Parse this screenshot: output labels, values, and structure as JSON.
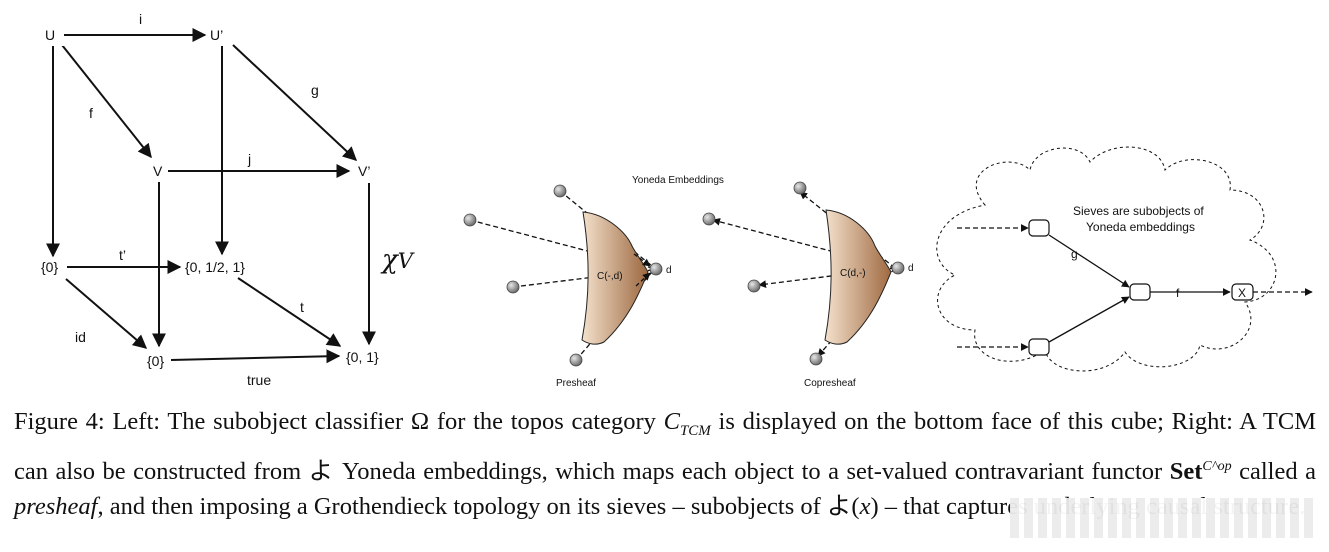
{
  "cube": {
    "nodes": {
      "U": "U",
      "U_prime": "U’",
      "V": "V",
      "V_prime": "V’",
      "zero_top": "{0}",
      "zero_half_one": "{0, 1/2, 1}",
      "zero_bottom": "{0}",
      "zero_one": "{0, 1}"
    },
    "arrows": {
      "i": "i",
      "f": "f",
      "g": "g",
      "j": "j",
      "t_prime": "t’",
      "t": "t",
      "id": "id",
      "true": "true"
    },
    "chi": "χ",
    "chi_sub": "V"
  },
  "yoneda": {
    "title": "Yoneda Embeddings",
    "presheaf": {
      "shape_label": "C(-,d)",
      "node_label": "d",
      "caption": "Presheaf"
    },
    "copresheaf": {
      "shape_label": "C(d,-)",
      "node_label": "d",
      "caption": "Copresheaf"
    }
  },
  "sieve": {
    "title_line1": "Sieves are subobjects of",
    "title_line2": "Yoneda embeddings",
    "g_label": "g",
    "f_label": "f",
    "x_label": "X"
  },
  "caption": {
    "p1": "Figure 4: Left: The subobject classifier Ω for the topos category ",
    "c": "C",
    "c_sub": "TCM",
    "p2": " is displayed on the bottom face of this cube; Right: A TCM can also be constructed from ",
    "yo": "よ",
    "p3": " Yoneda embeddings, which maps each object to a set-valued contravariant functor ",
    "set": "Set",
    "set_sup": "C^op",
    "p4": " called a ",
    "presheaf": "presheaf",
    "p5": ", and then imposing a Grothendieck topology on its sieves – subobjects of ",
    "yo2": "よ",
    "p6": "(",
    "x": "x",
    "p7": ") – that captures underlying causal structure."
  },
  "colors": {
    "ink": "#111111",
    "node_fill": "#8a8a8a",
    "shape_light": "#f4e1cc",
    "shape_dark": "#a06a42"
  }
}
